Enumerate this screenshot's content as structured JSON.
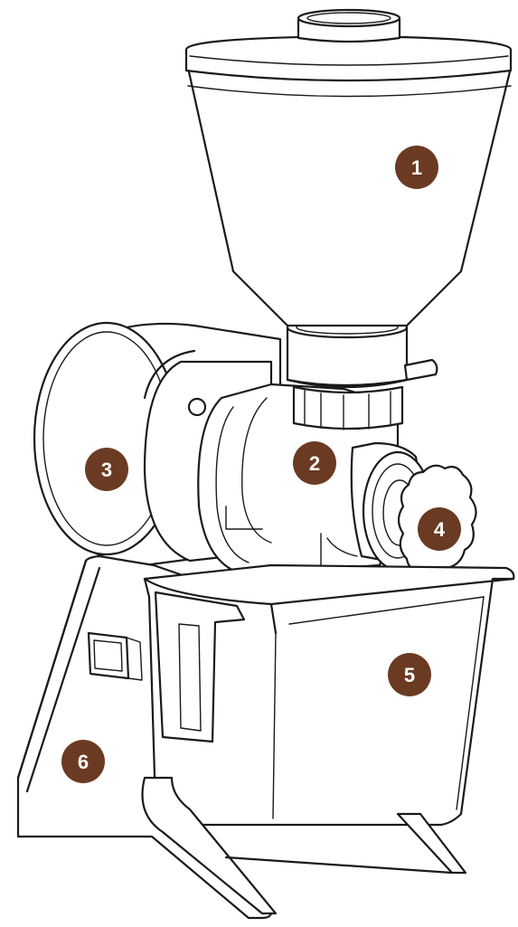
{
  "colors": {
    "badge": "#6b3a22",
    "badge_text": "#ffffff",
    "stroke": "#1a1a1a",
    "background": "#ffffff"
  },
  "callouts": [
    {
      "label": "1",
      "part": "hopper"
    },
    {
      "label": "2",
      "part": "grind-chamber"
    },
    {
      "label": "3",
      "part": "motor-housing"
    },
    {
      "label": "4",
      "part": "adjustment-knob"
    },
    {
      "label": "5",
      "part": "collection-bin"
    },
    {
      "label": "6",
      "part": "base-stand"
    }
  ]
}
